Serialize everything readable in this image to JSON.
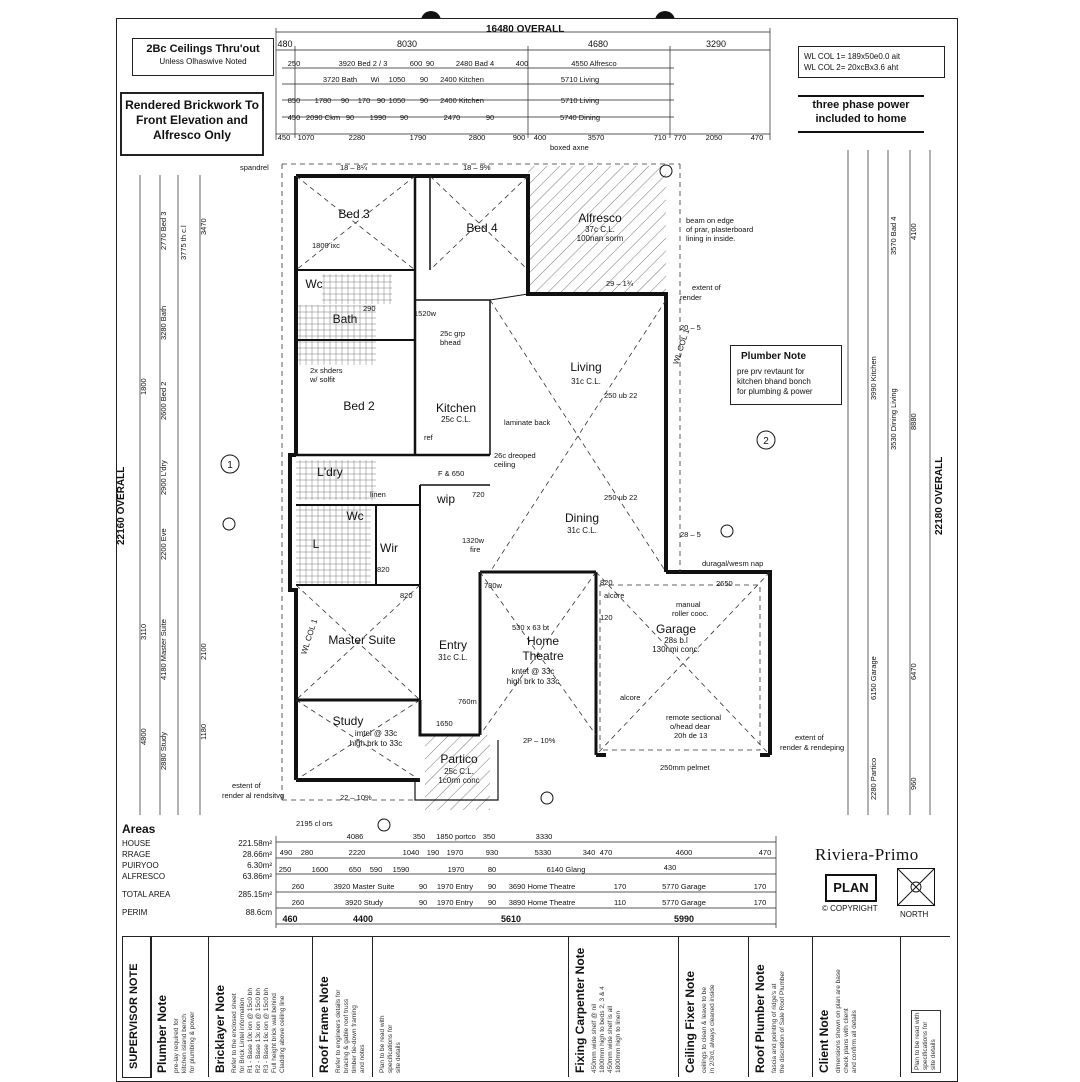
{
  "sheet": {
    "overall_width": "16480 OVERALL",
    "overall_depth_left": "22160 OVERALL",
    "overall_depth_right": "22180 OVERALL",
    "ceiling_note": [
      "2Bc Ceilings Thru'out",
      "Unless Olhaswive Noted"
    ],
    "brick_note": [
      "Rendered Brickwork To",
      "Front Elevation and",
      "Alfresco Only"
    ],
    "col_note": [
      "WL COL 1= 189x50e0.0 ait",
      "WL COL 2= 20xcBx3.6 aht"
    ],
    "power_note": [
      "three phase power",
      "included to home"
    ],
    "plumber_box": [
      "Plumber Note",
      "pre prv revtaunt for",
      "kitchen bhand bonch",
      "for plumbing & power"
    ]
  },
  "top_dims": {
    "row1": [
      "480",
      "8030",
      "4680",
      "3290"
    ],
    "row2": [
      "250",
      "3920 Bed 2 / 3",
      "600",
      "90",
      "2480 Bad 4",
      "400",
      "4550 Alfresco"
    ],
    "row3": [
      "3720 Bath",
      "Wi",
      "1050",
      "90",
      "2400 Kitchen",
      "5710 Living"
    ],
    "row4": [
      "850",
      "1780",
      "90",
      "170",
      "90",
      "1050",
      "90",
      "2400 Kitchen",
      "5710 Living"
    ],
    "row5": [
      "450",
      "2090 Ckm",
      "90",
      "1990",
      "90",
      "2470",
      "90",
      "5740 Dining"
    ],
    "row6": [
      "450",
      "1070",
      "2280",
      "1790",
      "2800",
      "900",
      "400",
      "3570",
      "710",
      "770",
      "2050",
      "470"
    ]
  },
  "rooms": {
    "bed3": "Bed 3",
    "bed4": "Bed 4",
    "alfresco": "Alfresco",
    "alfresco_sub": [
      "37c C.L.",
      "100nan sorm"
    ],
    "wc": "Wc",
    "bath": "Bath",
    "bed2": "Bed 2",
    "kitchen": "Kitchen",
    "kitchen_cl": "25c C.L.",
    "living": "Living",
    "living_cl": "31c C.L.",
    "ldry": "L'dry",
    "wip": "wip",
    "dining": "Dining",
    "dining_cl": "31c C.L.",
    "wc2": "Wc",
    "l_room": "L",
    "wir": "Wir",
    "master": "Master Suite",
    "entry": "Entry",
    "entry_cl": "31c C.L.",
    "theatre": [
      "Home",
      "Theatre"
    ],
    "theatre_sub": [
      "kntet @ 33c",
      "high brk to 33c"
    ],
    "garage": "Garage",
    "garage_sub": [
      "28s b.l",
      "130nmi conc."
    ],
    "study": "Study",
    "study_sub": [
      "imtel @ 33c",
      "high brk to 33c"
    ],
    "portico": "Partico",
    "portico_sub": [
      "25c C.L.",
      "1c0rm conc"
    ]
  },
  "labels": {
    "spandrel": "spandrel",
    "boxed_eave": "boxed axne",
    "beam_note": [
      "beam on edge",
      "of prar, plasterboard",
      "lining in inside."
    ],
    "extent_render": [
      "extent of",
      "render"
    ],
    "extent_render2": [
      "extent of",
      "render & rendeping"
    ],
    "estent_render": [
      "estent of",
      "render al rendsitvg"
    ],
    "wl_col": "WL COL 1",
    "grade_8": "18 – 8¼",
    "grade_9": "18 – 9%",
    "grade_29": "29 – 1¾",
    "grade_205": "20 – 5",
    "grade_285": "28 – 5",
    "laminate": "laminate back",
    "dropped": [
      "26c dreoped",
      "ceiling"
    ],
    "bulkhead": [
      "25c grp",
      "bhead"
    ],
    "ub1": "250 ub 22",
    "ub2": "250 ub 22",
    "shelves": [
      "2x shders",
      "w/ solfit"
    ],
    "fire1320": [
      "1320w",
      "fire"
    ],
    "duragal": "duragal/wesm nap",
    "manual_roller": [
      "manual",
      "roller cooc."
    ],
    "remote_door": [
      "remote sectional",
      "o/head dear",
      "20h de 13"
    ],
    "pelmet": "250mm pelmet",
    "alcore1": "alcore",
    "alcore2": "alcore",
    "lintel": "530 x 63 bt",
    "dims_2195": "2195 cl ors",
    "dims_22": "22 – 10%",
    "dims_2p": "2P – 10%",
    "ref": "ref",
    "ff": "F & 650",
    "linen": "linen",
    "v820a": "820",
    "v820b": "820",
    "v820c": "820",
    "v720": "720",
    "v120": "120",
    "v1800": "1800 ixc",
    "v1520": "1520w",
    "v290": "290",
    "v1650": "1650",
    "v2650": "2650",
    "v780": "780w",
    "v760": "760m",
    "corner_a": "1",
    "corner_b": "2"
  },
  "bottom_dims": {
    "row1": [
      "4086",
      "350",
      "1850 portco",
      "350",
      "3330"
    ],
    "row2": [
      "490",
      "280",
      "2220",
      "1040",
      "190",
      "1970",
      "930",
      "5330",
      "340",
      "470",
      "4600",
      "470"
    ],
    "row3": [
      "250",
      "1600",
      "650",
      "590",
      "1590",
      "1970",
      "80",
      "6140 Glang",
      "430"
    ],
    "row4": [
      "260",
      "3920 Master Suite",
      "90",
      "1970 Entry",
      "90",
      "3690 Home Theatre",
      "170",
      "5770 Garage",
      "170"
    ],
    "row5": [
      "260",
      "3920 Study",
      "90",
      "1970 Entry",
      "90",
      "3890 Home Theatre",
      "110",
      "5770 Garage",
      "170"
    ],
    "row6": [
      "460",
      "4400",
      "5610",
      "5990"
    ]
  },
  "left_dims": [
    "3775 th c.l",
    "2770 Bed 3",
    "3470",
    "3280 Bath",
    "2600 Bed 2",
    "2900 L'dry",
    "2200 Eve",
    "3110",
    "4180 Master Suite",
    "2100",
    "4800",
    "2880 Study",
    "1180",
    "1800"
  ],
  "right_dims": [
    "4100",
    "3570 Bad 4",
    "3990 Kitchen",
    "3530 Dining Living",
    "8880",
    "6470",
    "6150 Garage",
    "960",
    "2280 Partico"
  ],
  "areas": {
    "title": "Areas",
    "rows": [
      {
        "label": "HOUSE",
        "value": "221.58m²"
      },
      {
        "label": "RRAGE",
        "value": "28.66m²"
      },
      {
        "label": "PUIRYOO",
        "value": "6.30m²"
      },
      {
        "label": "ALFRESCO",
        "value": "63.86m²"
      }
    ],
    "total_label": "TOTAL AREA",
    "total_value": "285.15m²",
    "perim_label": "PERIM",
    "perim_value": "88.6cm"
  },
  "brand": {
    "name": "Riviera-Primo",
    "plan": "PLAN",
    "copyright": "© COPYRIGHT",
    "north": "NORTH"
  },
  "notes": {
    "supervisor": "SUPERVISOR NOTE",
    "cols": [
      {
        "title": "Plumber Note",
        "body": [
          "pre-lay required for",
          "kitchen island bench",
          "for plumbing & power"
        ]
      },
      {
        "title": "Bricklayer Note",
        "body": [
          "Refer to the enclosed sheet",
          "for Brick Lintel information",
          "R1 - Base 10c ion @ 15c0 bh",
          "R2 - Base 13c ion @ 15c0 bh",
          "R3 - Base 16c ion @ 15c0 bh",
          "Full height brick wall behind",
          "Cladding above ceiling line"
        ]
      },
      {
        "title": "Roof Frame Note",
        "body": [
          "Refer to engineers details for",
          "bracing & gable roof truss",
          "timber tie-down framing",
          "and notes"
        ]
      },
      {
        "title": "Fixing Carpenter Note",
        "body": [
          "450mm wide shelf @ nil",
          "1800mm high to beds 2, 3 & 4",
          "450mm wide shelf is all",
          "1800mm high to linen"
        ]
      },
      {
        "title": "Ceiling Fixer Note",
        "body": [
          "ceilings to clean & leave to be",
          "in 2/3rd, always cleaned inside"
        ]
      },
      {
        "title": "Roof Plumber Note",
        "body": [
          "fascia and pointing of ridge's at",
          "the discretion of Sale Roof Plumber"
        ]
      },
      {
        "title": "Client Note",
        "body": [
          "dimensions shown on plan are base",
          "check plans with client",
          "and confirm all details"
        ]
      }
    ],
    "stamp": [
      "Plan to be read with",
      "specifications for",
      "site details"
    ]
  }
}
